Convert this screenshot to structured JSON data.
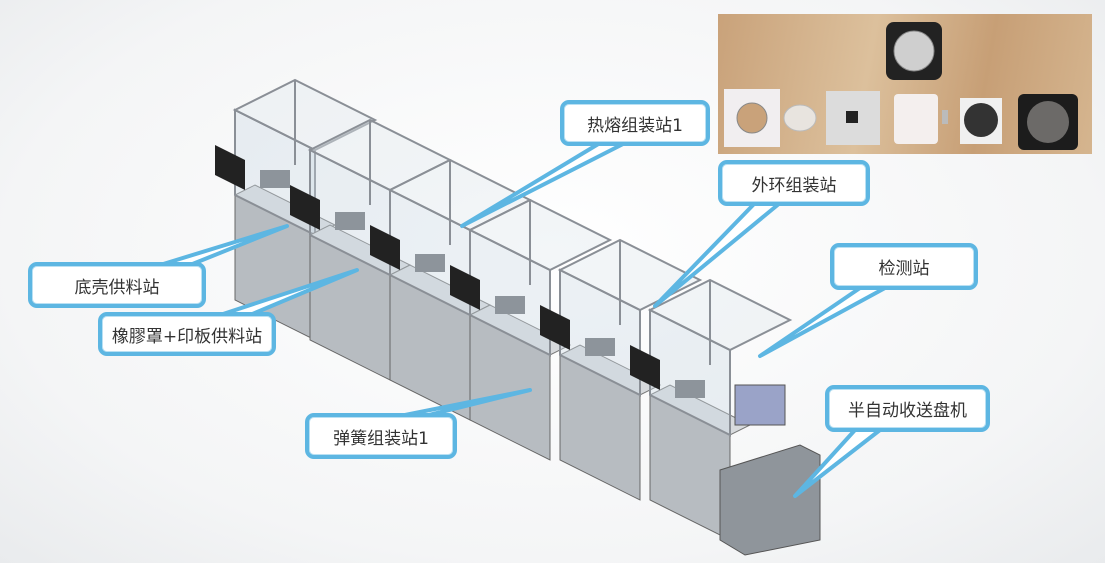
{
  "callouts": {
    "hot_melt": "热熔组装站1",
    "outer_ring": "外环组装站",
    "inspection": "检测站",
    "tray_machine": "半自动收送盘机",
    "base_feed": "底壳供料站",
    "rubber_pcb_feed": "橡膠罩+印板供料站",
    "spring": "弹簧组装站1"
  },
  "colors": {
    "callout_border": "#5db6e2",
    "frame": "#8a8f96",
    "cabinet": "#9aa0a6"
  }
}
